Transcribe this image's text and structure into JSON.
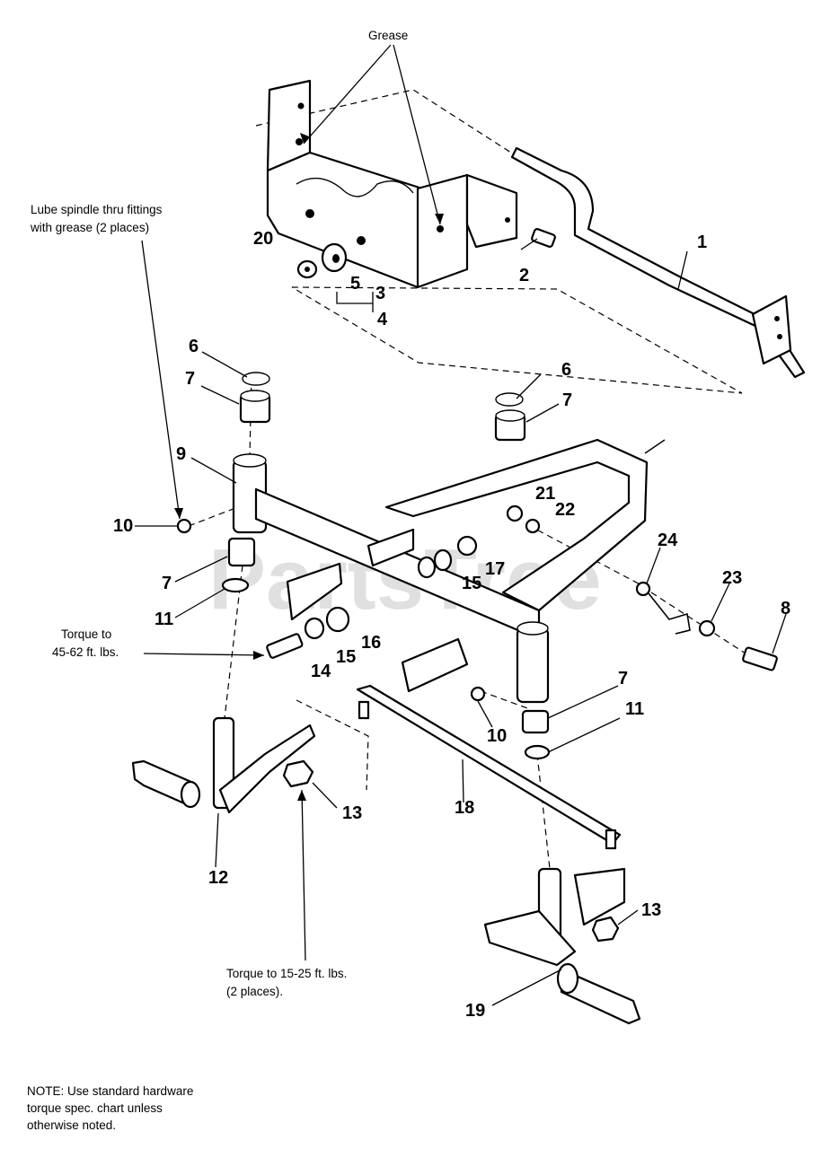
{
  "annotations": {
    "grease": "Grease",
    "lube_line1": "Lube spindle thru fittings",
    "lube_line2": "with grease (2 places)",
    "torque1_line1": "Torque to",
    "torque1_line2": "45-62 ft. lbs.",
    "torque2_line1": "Torque to 15-25 ft. lbs.",
    "torque2_line2": "(2 places).",
    "note_line1": "NOTE: Use standard hardware",
    "note_line2": "torque spec. chart unless",
    "note_line3": "otherwise noted."
  },
  "watermark": {
    "text": "PartsTree",
    "trademark": "™"
  },
  "callouts": {
    "c1": "1",
    "c2": "2",
    "c3": "3",
    "c4": "4",
    "c5": "5",
    "c20": "20",
    "c6a": "6",
    "c7a": "7",
    "c6b": "6",
    "c7b": "7",
    "c9": "9",
    "c10a": "10",
    "c21": "21",
    "c22": "22",
    "c17": "17",
    "c15a": "15",
    "c24": "24",
    "c7c": "7",
    "c11a": "11",
    "c23": "23",
    "c8": "8",
    "c16": "16",
    "c15b": "15",
    "c14": "14",
    "c7d": "7",
    "c11b": "11",
    "c10b": "10",
    "c18": "18",
    "c13a": "13",
    "c12": "12",
    "c13b": "13",
    "c19": "19"
  },
  "colors": {
    "ink": "#000000",
    "paper": "#ffffff",
    "watermark": "#c8c8c8"
  }
}
